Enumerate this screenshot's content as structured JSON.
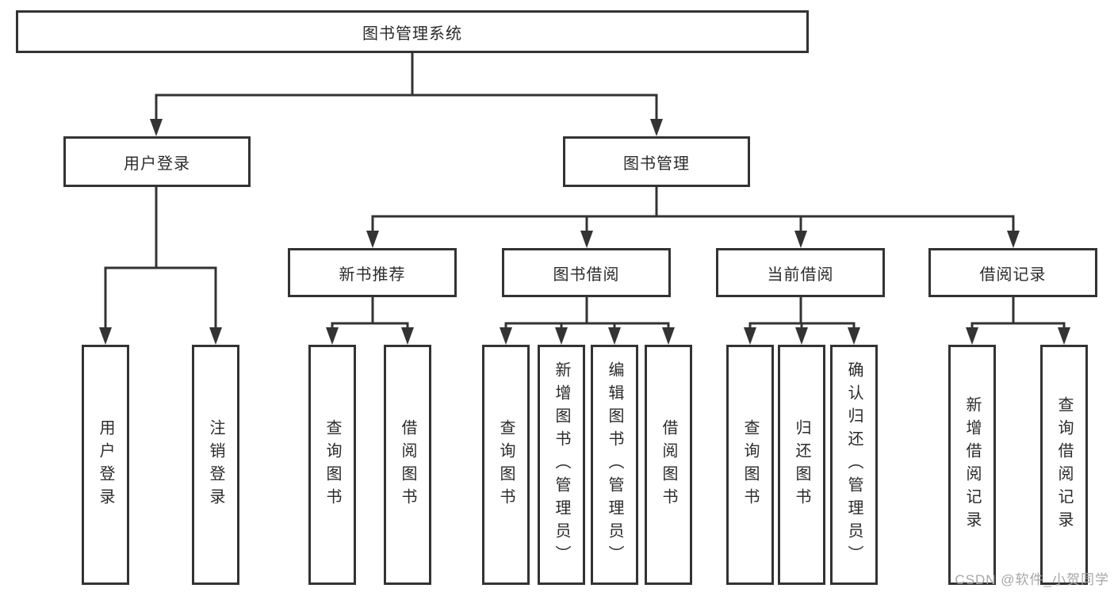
{
  "tree": {
    "root": "图书管理系统",
    "branches": [
      {
        "label": "用户登录",
        "leaves": [
          "用户登录",
          "注销登录"
        ]
      },
      {
        "label": "图书管理",
        "groups": [
          {
            "label": "新书推荐",
            "leaves": [
              "查询图书",
              "借阅图书"
            ]
          },
          {
            "label": "图书借阅",
            "leaves": [
              "查询图书",
              "新增图书（管理员）",
              "编辑图书（管理员）",
              "借阅图书"
            ]
          },
          {
            "label": "当前借阅",
            "leaves": [
              "查询图书",
              "归还图书",
              "确认归还（管理员）"
            ]
          },
          {
            "label": "借阅记录",
            "leaves": [
              "新增借阅记录",
              "查询借阅记录"
            ]
          }
        ]
      }
    ]
  },
  "watermark": {
    "text": "CSDN @软件_小贺同学"
  },
  "colors": {
    "line": "#333333",
    "text": "#2b2b2b",
    "background": "#ffffff",
    "watermark": "#a6a6a6"
  }
}
